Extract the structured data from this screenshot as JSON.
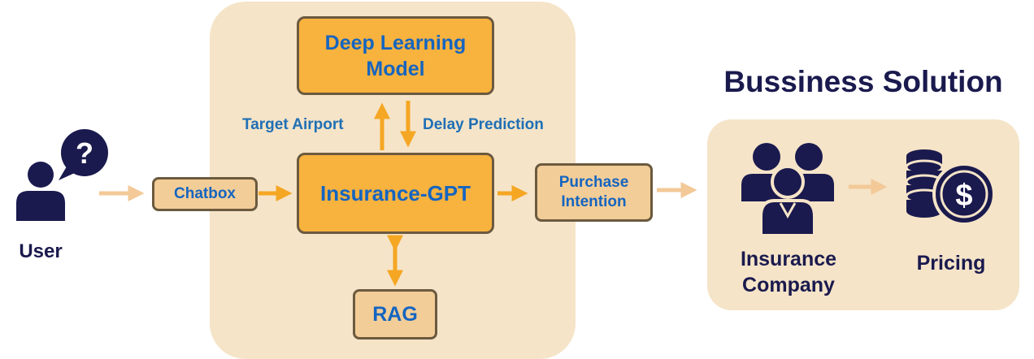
{
  "user": {
    "label": "User",
    "bubble_glyph": "?"
  },
  "pipeline": {
    "chatbox": "Chatbox",
    "deep_learning": "Deep Learning Model",
    "insurance_gpt": "Insurance-GPT",
    "rag": "RAG",
    "purchase_intention": "Purchase Intention",
    "target_airport": "Target Airport",
    "delay_prediction": "Delay Prediction"
  },
  "business": {
    "title": "Bussiness Solution",
    "insurance_company": "Insurance Company",
    "pricing": "Pricing",
    "dollar_glyph": "$"
  },
  "colors": {
    "panel": "#f5e4c8",
    "main_box": "#f8b23e",
    "small_box": "#f3cd97",
    "box_text": "#1565c0",
    "arrow_strong": "#f5a623",
    "arrow_light": "#f3c998",
    "icon_navy": "#1a1a4e"
  }
}
